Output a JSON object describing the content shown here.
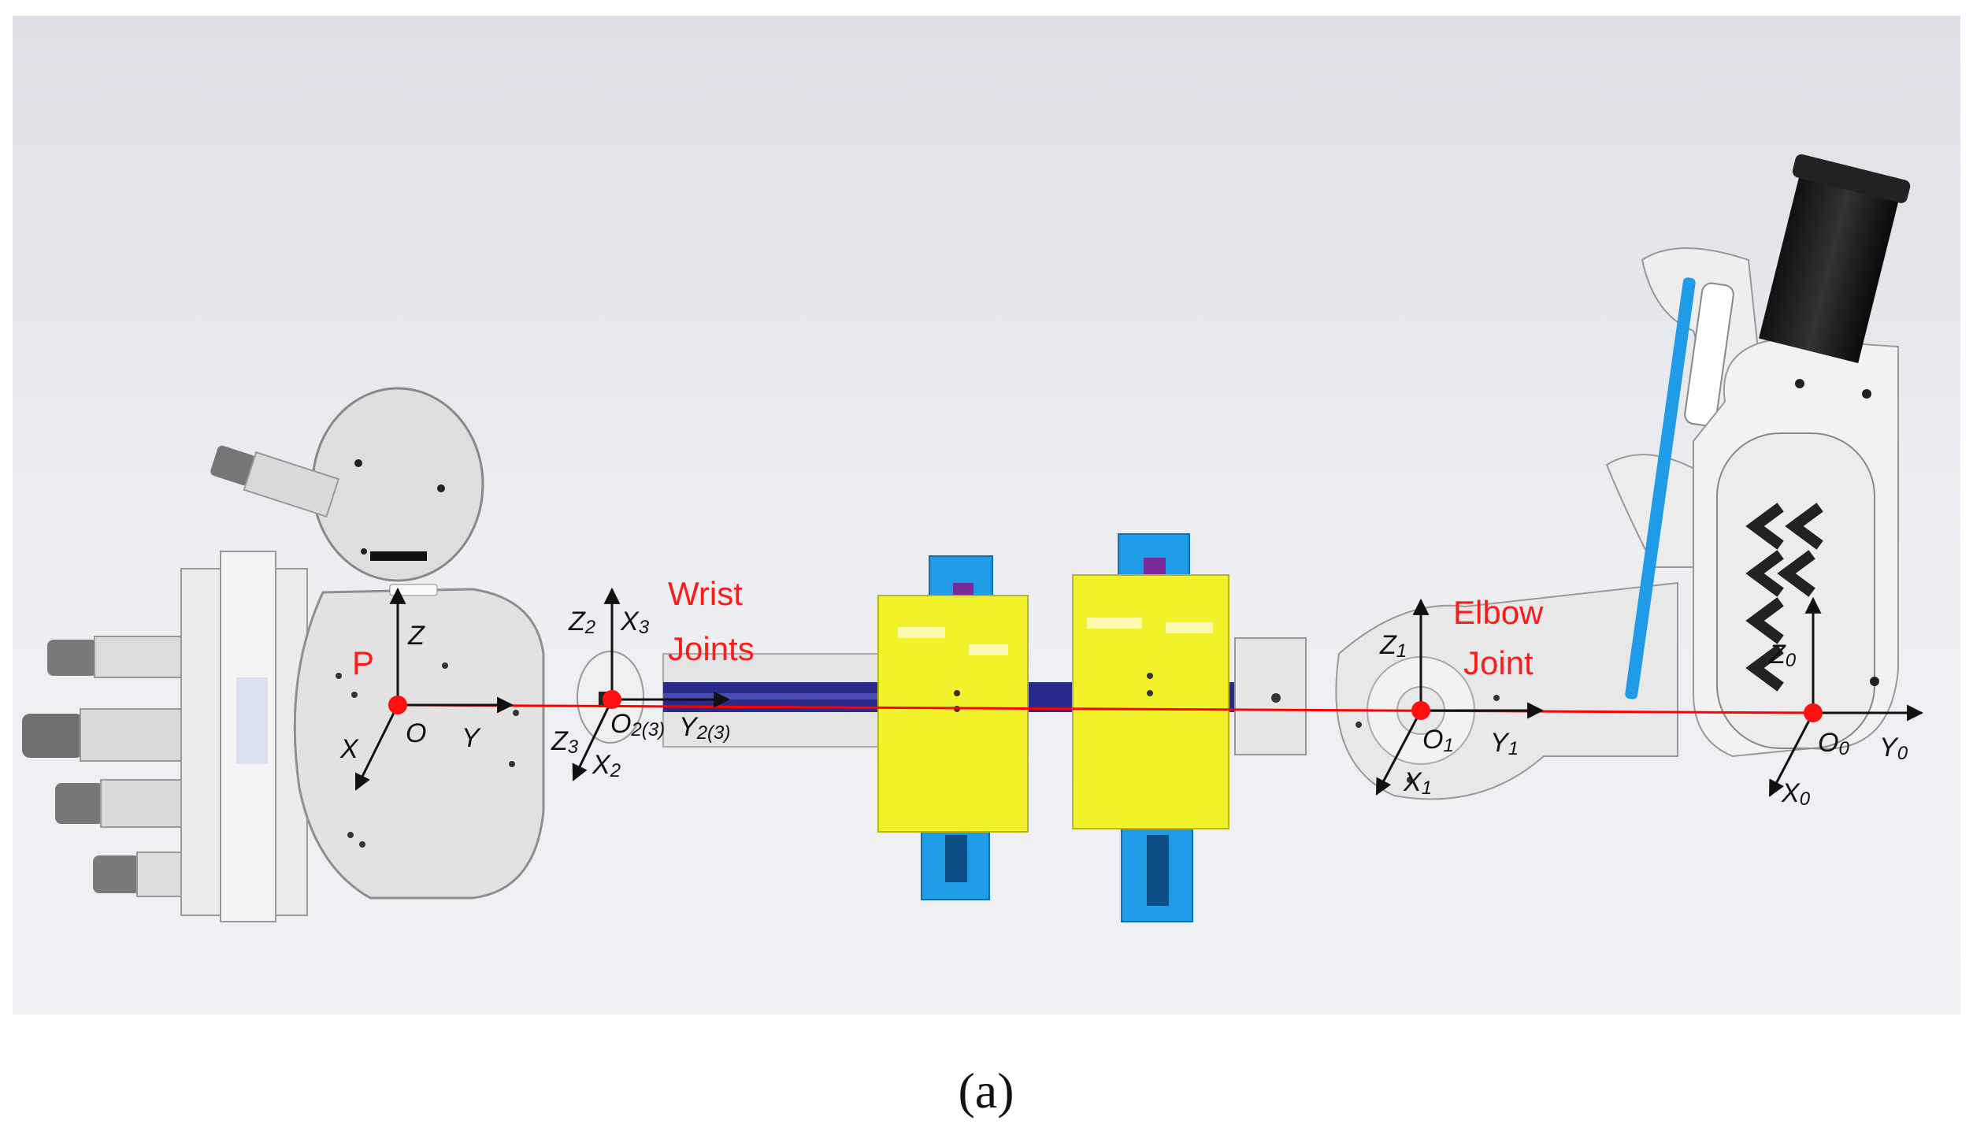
{
  "caption": "(a)",
  "labels": {
    "p": "P",
    "wrist_line1": "Wrist",
    "wrist_line2": "Joints",
    "elbow_line1": "Elbow",
    "elbow_line2": "Joint"
  },
  "frames": {
    "hand": {
      "origin": "O",
      "z": "Z",
      "x": "X",
      "y": "Y"
    },
    "wrist": {
      "origin_main": "O",
      "origin_sub": "2(3)",
      "z2_main": "Z",
      "z2_sub": "2",
      "x3_main": "X",
      "x3_sub": "3",
      "z3_main": "Z",
      "z3_sub": "3",
      "x2_main": "X",
      "x2_sub": "2",
      "y_main": "Y",
      "y_sub": "2(3)"
    },
    "elbow": {
      "origin_main": "O",
      "origin_sub": "1",
      "z_main": "Z",
      "z_sub": "1",
      "x_main": "X",
      "x_sub": "1",
      "y_main": "Y",
      "y_sub": "1"
    },
    "base": {
      "origin_main": "O",
      "origin_sub": "0",
      "z_main": "Z",
      "z_sub": "0",
      "x_main": "X",
      "x_sub": "0",
      "y_main": "Y",
      "y_sub": "0"
    }
  },
  "colors": {
    "background": "#e9eaee",
    "red_marker": "#ff1010",
    "yellow_cuff": "#f2f22a",
    "blue_strap": "#1f9be8",
    "red_line": "#ff0000"
  }
}
